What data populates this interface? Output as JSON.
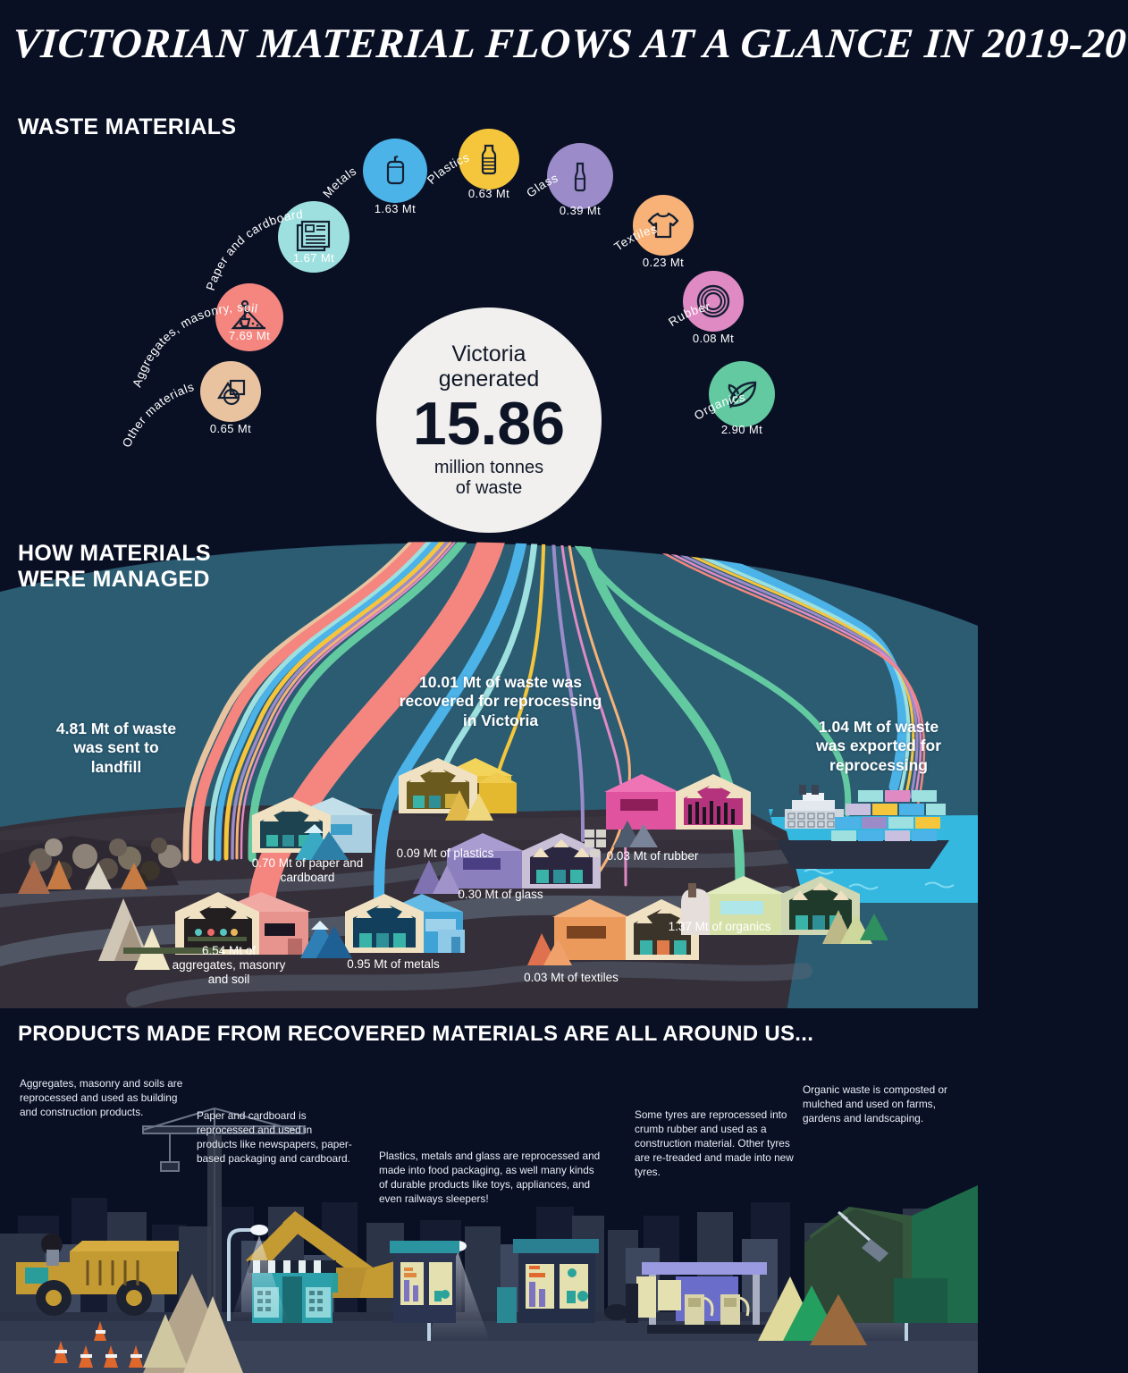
{
  "title": "VICTORIAN MATERIAL FLOWS AT A GLANCE IN 2019-20",
  "sections": {
    "waste_materials": "WASTE MATERIALS",
    "how_managed_l1": "HOW MATERIALS",
    "how_managed_l2": "WERE MANAGED",
    "products": "PRODUCTS MADE FROM RECOVERED MATERIALS ARE ALL AROUND US..."
  },
  "center": {
    "line1": "Victoria",
    "line2": "generated",
    "value": "15.86",
    "unit1": "million tonnes",
    "unit2": "of waste"
  },
  "chart_data": {
    "type": "sankey",
    "title": "Victorian material flows at a glance in 2019-20",
    "total_generated_mt": 15.86,
    "units": "Mt (million tonnes)",
    "sources": [
      {
        "name": "Aggregates, masonry, soil",
        "value_label": "7.69 Mt",
        "value": 7.69,
        "color": "#f4867f",
        "icon": "shovel-pile-icon"
      },
      {
        "name": "Organics",
        "value_label": "2.90 Mt",
        "value": 2.9,
        "color": "#63c9a1",
        "icon": "leaf-icon"
      },
      {
        "name": "Paper and cardboard",
        "value_label": "1.67 Mt",
        "value": 1.67,
        "color": "#9ee0df",
        "icon": "newspaper-icon"
      },
      {
        "name": "Metals",
        "value_label": "1.63 Mt",
        "value": 1.63,
        "color": "#4cb3e8",
        "icon": "can-icon"
      },
      {
        "name": "Other materials",
        "value_label": "0.65 Mt",
        "value": 0.65,
        "color": "#e9c3a0",
        "icon": "shapes-icon"
      },
      {
        "name": "Plastics",
        "value_label": "0.63 Mt",
        "value": 0.63,
        "color": "#f5c63c",
        "icon": "bottle-icon"
      },
      {
        "name": "Glass",
        "value_label": "0.39 Mt",
        "value": 0.39,
        "color": "#9b8bc9",
        "icon": "wine-bottle-icon"
      },
      {
        "name": "Textiles",
        "value_label": "0.23 Mt",
        "value": 0.23,
        "color": "#f8b278",
        "icon": "tshirt-icon"
      },
      {
        "name": "Rubber",
        "value_label": "0.08 Mt",
        "value": 0.08,
        "color": "#e08ac4",
        "icon": "tyre-icon"
      }
    ],
    "destinations": [
      {
        "name": "Landfill",
        "value": 4.81,
        "label_l1": "4.81 Mt of waste",
        "label_l2": "was sent to",
        "label_l3": "landfill"
      },
      {
        "name": "Recovered for reprocessing in Victoria",
        "value": 10.01,
        "label_l1": "10.01 Mt of waste was",
        "label_l2": "recovered for reprocessing",
        "label_l3": "in Victoria"
      },
      {
        "name": "Exported for reprocessing",
        "value": 1.04,
        "label_l1": "1.04 Mt of waste",
        "label_l2": "was exported for",
        "label_l3": "reprocessing"
      }
    ],
    "recovered_breakdown": [
      {
        "name": "aggregates, masonry and soil",
        "value": 6.54,
        "label_l1": "6.54 Mt of",
        "label_l2": "aggregates, masonry",
        "label_l3": "and soil"
      },
      {
        "name": "organics",
        "value": 1.37,
        "label_l1": "1.37 Mt of organics"
      },
      {
        "name": "metals",
        "value": 0.95,
        "label_l1": "0.95 Mt of metals"
      },
      {
        "name": "paper and cardboard",
        "value": 0.7,
        "label_l1": "0.70 Mt of paper and",
        "label_l2": "cardboard"
      },
      {
        "name": "glass",
        "value": 0.3,
        "label_l1": "0.30 Mt of glass"
      },
      {
        "name": "plastics",
        "value": 0.09,
        "label_l1": "0.09 Mt of plastics"
      },
      {
        "name": "rubber",
        "value": 0.03,
        "label_l1": "0.03 Mt of rubber"
      },
      {
        "name": "textiles",
        "value": 0.03,
        "label_l1": "0.03 Mt of textiles"
      }
    ]
  },
  "products_text": {
    "aggregates": "Aggregates, masonry and soils are reprocessed and used as building and construction products.",
    "paper": "Paper and cardboard is reprocessed and used in products like newspapers, paper-based packaging and cardboard.",
    "plastics": "Plastics, metals and glass are reprocessed and made into food packaging, as well many kinds of durable products like toys, appliances, and even railways sleepers!",
    "rubber": "Some tyres are reprocessed into crumb rubber and used as a construction material. Other tyres are re-treaded and made into new tyres.",
    "organics": "Organic waste is composted or mulched and used on farms, gardens and landscaping."
  },
  "colors": {
    "background": "#0a1024",
    "mid_panel": "#2b5c72",
    "ground": "#342f38",
    "water": "#35b8e0",
    "center_fill": "#f1f0ee"
  }
}
